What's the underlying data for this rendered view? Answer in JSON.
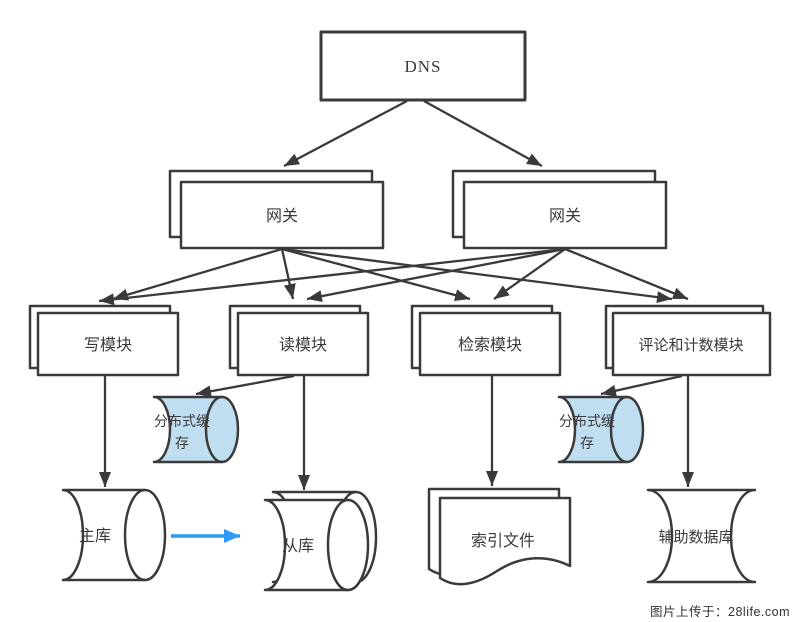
{
  "diagram": {
    "colors": {
      "line": "#3a3a3a",
      "shape_fill": "#ffffff",
      "cache_fill": "#bfdef2",
      "replication_arrow": "#2d9bf7",
      "text": "#3a3a3a"
    },
    "nodes": {
      "dns": {
        "label": "DNS",
        "shape": "rectangle"
      },
      "gateway_left": {
        "label": "网关",
        "shape": "stacked-rectangle"
      },
      "gateway_right": {
        "label": "网关",
        "shape": "stacked-rectangle"
      },
      "write_module": {
        "label": "写模块",
        "shape": "stacked-rectangle"
      },
      "read_module": {
        "label": "读模块",
        "shape": "stacked-rectangle"
      },
      "search_module": {
        "label": "检索模块",
        "shape": "stacked-rectangle"
      },
      "comment_count_module": {
        "label": "评论和计数模块",
        "shape": "stacked-rectangle"
      },
      "cache_left": {
        "label": "分布式缓存",
        "line1": "分布式缓",
        "line2": "存",
        "shape": "cylinder"
      },
      "cache_right": {
        "label": "分布式缓存",
        "line1": "分布式缓",
        "line2": "存",
        "shape": "cylinder"
      },
      "master_db": {
        "label": "主库",
        "shape": "cylinder"
      },
      "slave_db": {
        "label": "从库",
        "shape": "stacked-cylinder"
      },
      "index_file": {
        "label": "索引文件",
        "shape": "stacked-document"
      },
      "aux_db": {
        "label": "辅助数据库",
        "shape": "stored-data"
      }
    },
    "edges": [
      {
        "from": "dns",
        "to": "gateway_left"
      },
      {
        "from": "dns",
        "to": "gateway_right"
      },
      {
        "from": "gateway_left",
        "to": "write_module"
      },
      {
        "from": "gateway_left",
        "to": "read_module"
      },
      {
        "from": "gateway_left",
        "to": "search_module"
      },
      {
        "from": "gateway_left",
        "to": "comment_count_module"
      },
      {
        "from": "gateway_right",
        "to": "write_module"
      },
      {
        "from": "gateway_right",
        "to": "read_module"
      },
      {
        "from": "gateway_right",
        "to": "search_module"
      },
      {
        "from": "gateway_right",
        "to": "comment_count_module"
      },
      {
        "from": "write_module",
        "to": "master_db"
      },
      {
        "from": "read_module",
        "to": "cache_left"
      },
      {
        "from": "read_module",
        "to": "slave_db"
      },
      {
        "from": "search_module",
        "to": "index_file"
      },
      {
        "from": "comment_count_module",
        "to": "cache_right"
      },
      {
        "from": "comment_count_module",
        "to": "aux_db"
      },
      {
        "from": "master_db",
        "to": "slave_db",
        "color": "#2d9bf7"
      }
    ]
  },
  "watermark": {
    "text": "图片上传于：28life.com"
  }
}
